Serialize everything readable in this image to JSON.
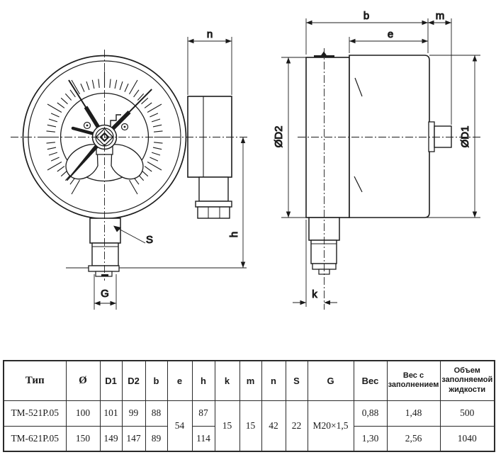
{
  "drawing": {
    "front_view": {
      "description": "electrocontact pressure gauge, front view",
      "labels": {
        "n": "n",
        "s": "S",
        "g": "G",
        "h": "h"
      }
    },
    "side_view": {
      "description": "pressure gauge, side view",
      "labels": {
        "b": "b",
        "m": "m",
        "e": "e",
        "d2": "ØD2",
        "d1": "ØD1",
        "k": "k"
      }
    }
  },
  "table": {
    "headers": {
      "type": "Тип",
      "dia": "Ø",
      "d1": "D1",
      "d2": "D2",
      "b": "b",
      "e": "e",
      "h": "h",
      "k": "k",
      "m": "m",
      "n": "n",
      "s": "S",
      "g": "G",
      "weight": "Вес",
      "weight_filled": "Вес с заполнением",
      "fill_volume": "Объем заполняемой жидкости"
    },
    "merged": {
      "e": "54",
      "k": "15",
      "m": "15",
      "n": "42",
      "s": "22",
      "g": "М20×1,5"
    },
    "rows": [
      {
        "type": "ТМ-521Р.05",
        "dia": "100",
        "d1": "101",
        "d2": "99",
        "b": "88",
        "h": "87",
        "weight": "0,88",
        "weight_filled": "1,48",
        "fill_volume": "500"
      },
      {
        "type": "ТМ-621Р.05",
        "dia": "150",
        "d1": "149",
        "d2": "147",
        "b": "89",
        "h": "114",
        "weight": "1,30",
        "weight_filled": "2,56",
        "fill_volume": "1040"
      }
    ]
  }
}
